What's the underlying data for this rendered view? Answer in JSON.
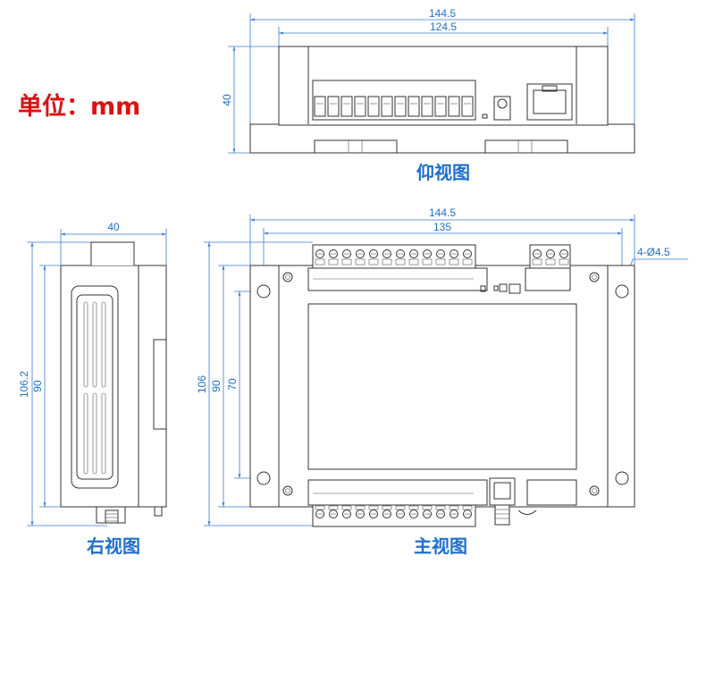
{
  "unit_label": "单位：mm",
  "views": {
    "bottom": {
      "title": "仰视图",
      "dim_overall_width": "144.5",
      "dim_inner_width": "124.5",
      "dim_height": "40"
    },
    "right": {
      "title": "右视图",
      "dim_width": "40",
      "dim_total_height": "106.2",
      "dim_body_height": "90"
    },
    "main": {
      "title": "主视图",
      "dim_overall_width": "144.5",
      "dim_hole_spacing": "135",
      "dim_hole_callout": "4-Ø4.5",
      "dim_total_height": "106",
      "dim_body_height": "90",
      "dim_hole_vertical": "70"
    }
  },
  "colors": {
    "dimension": "#1e6fd0",
    "unit_text": "#e01010",
    "outline": "#333333"
  }
}
